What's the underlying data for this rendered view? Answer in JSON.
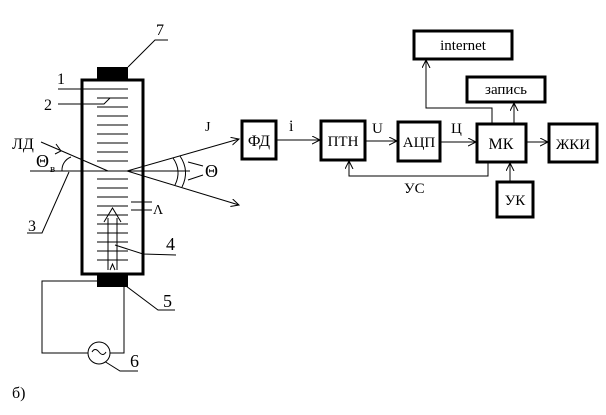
{
  "figure_label": "б)",
  "colors": {
    "ink": "#000000",
    "background": "#ffffff"
  },
  "setup": {
    "numbers": {
      "n1": "1",
      "n2": "2",
      "n3": "3",
      "n4": "4",
      "n5": "5",
      "n6": "6",
      "n7": "7"
    },
    "laser_label": "ЛД",
    "bragg_angle_label": "Θ",
    "bragg_angle_sub": "в",
    "intensity_label": "J",
    "divergence_label": "Θ",
    "wavelength_label": "Λ",
    "generator_symbol": "~"
  },
  "blocks": {
    "photodetector": "ФД",
    "converter": "ПТН",
    "adc": "АЦП",
    "mcu": "МК",
    "lcd": "ЖКИ",
    "keyboard": "УК",
    "internet": "internet",
    "record": "запись"
  },
  "signals": {
    "current": "i",
    "voltage": "U",
    "digital": "Ц",
    "control": "УС"
  }
}
